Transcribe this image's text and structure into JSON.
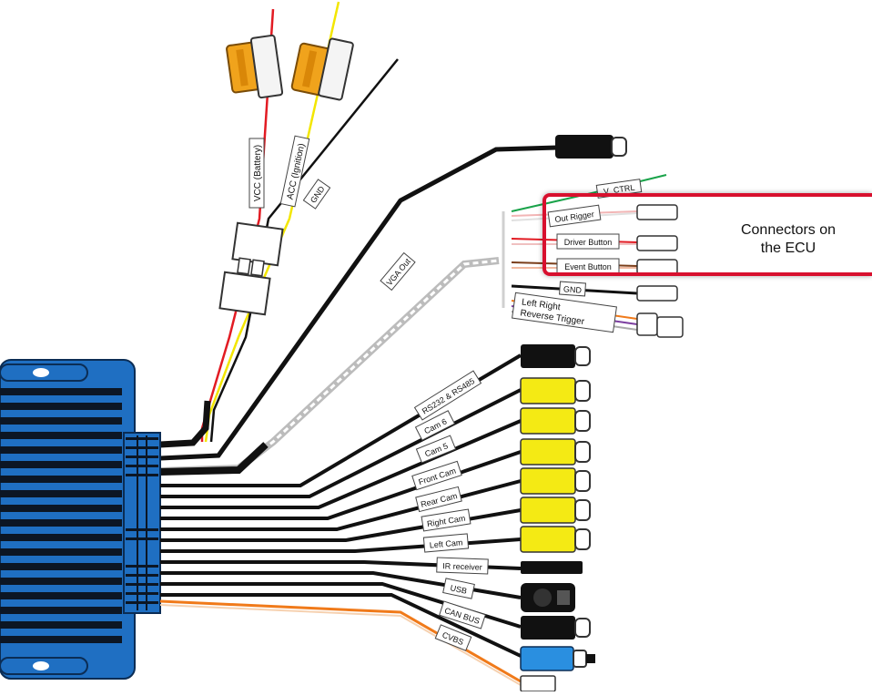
{
  "colors": {
    "ecu_body": "#1f6fc2",
    "ecu_stripe": "#0c1624",
    "wire_black": "#111111",
    "wire_red": "#e21b23",
    "wire_yellow": "#f3e600",
    "wire_green": "#1aa34a",
    "wire_orange": "#f07a1a",
    "wire_purple": "#7c3fa0",
    "rca_yellow": "#f4ea14",
    "fuse_orange": "#f0a31c",
    "callout_red": "#d8102e",
    "label_bg": "#ffffff"
  },
  "power_labels": {
    "vcc": "VCC (Battery)",
    "acc": "ACC (Ignition)",
    "gnd": "GND"
  },
  "vga_label": "VGA Out",
  "control_labels": {
    "v_ctrl": "V_CTRL",
    "out_rigger": "Out Rigger",
    "driver_button": "Driver Button",
    "event_button": "Event Button",
    "gnd": "GND",
    "left_right": "Left Right",
    "reverse_trigger": "Reverse Trigger"
  },
  "callout": {
    "line1": "Connectors on",
    "line2": "the ECU"
  },
  "cables": [
    {
      "label": "RS232 & RS485",
      "connector": "black-rca"
    },
    {
      "label": "Cam 6",
      "connector": "yellow-rca"
    },
    {
      "label": "Cam 5",
      "connector": "yellow-rca"
    },
    {
      "label": "Front Cam",
      "connector": "yellow-rca"
    },
    {
      "label": "Rear Cam",
      "connector": "yellow-rca"
    },
    {
      "label": "Right Cam",
      "connector": "yellow-rca"
    },
    {
      "label": "Left Cam",
      "connector": "yellow-rca"
    },
    {
      "label": "IR receiver",
      "connector": "ir-plug"
    },
    {
      "label": "USB",
      "connector": "usb-plug"
    },
    {
      "label": "CAN BUS",
      "connector": "black-rca"
    },
    {
      "label": "CVBS",
      "connector": "blue-rca"
    }
  ]
}
